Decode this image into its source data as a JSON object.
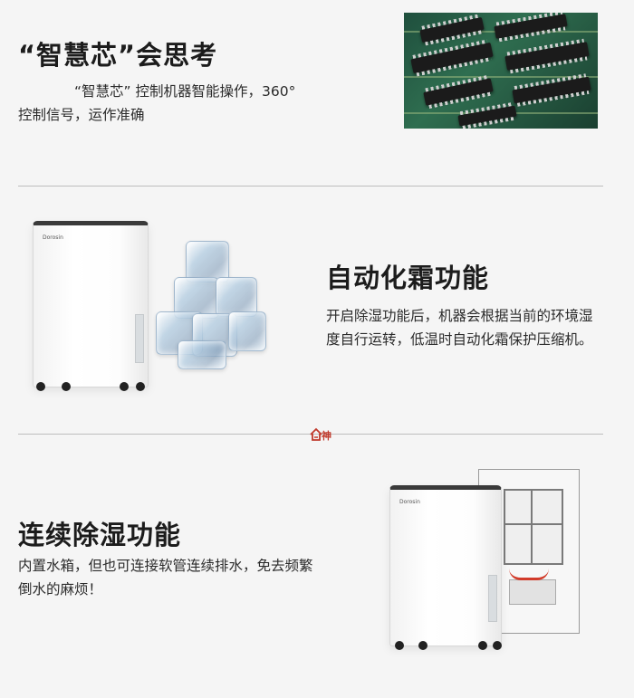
{
  "sections": [
    {
      "title": "“智慧芯”会思考",
      "description_line1": "“智慧芯” 控制机器智能操作，360°",
      "description_line2": "控制信号，运作准确",
      "image": "circuit-board-photo"
    },
    {
      "title": "自动化霜功能",
      "description_line1": "开启除湿功能后，机器会根据当前的环境湿",
      "description_line2": "度自行运转，低温时自动化霜保护压缩机。",
      "image": "dehumidifier-with-ice-cubes"
    },
    {
      "title": "连续除湿功能",
      "description_line1": "内置水箱，但也可连接软管连续排水，免去频繁",
      "description_line2": "倒水的麻烦！",
      "image": "dehumidifier-with-drain"
    }
  ],
  "product": {
    "brand_label": "Dorosin"
  },
  "watermark": {
    "text": "神"
  },
  "colors": {
    "background": "#f5f5f5",
    "divider": "#bdbdbd",
    "drain_pipe": "#d23b2a",
    "watermark": "#c0392b"
  }
}
